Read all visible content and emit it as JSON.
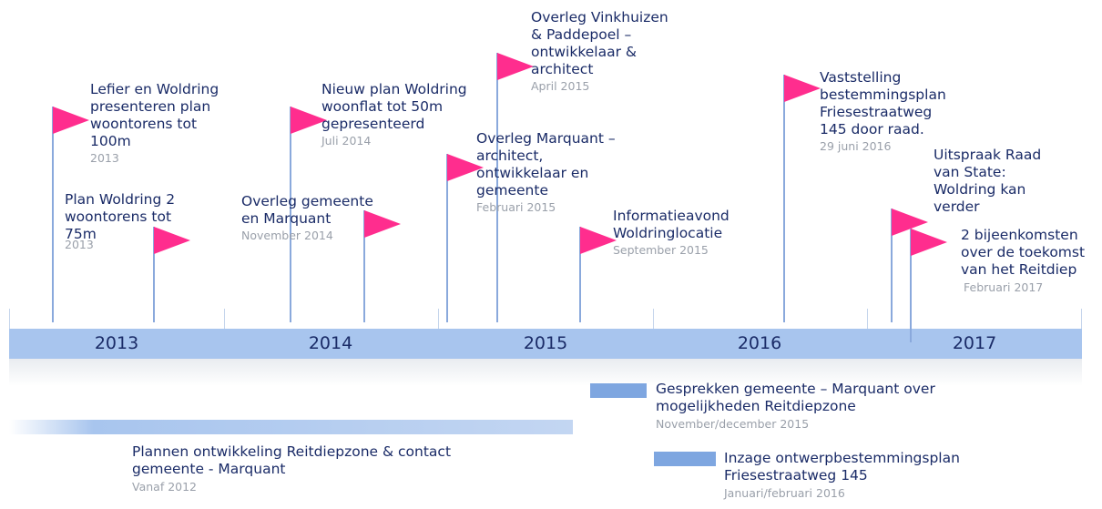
{
  "years": [
    "2013",
    "2014",
    "2015",
    "2016",
    "2017"
  ],
  "events": [
    {
      "id": "lefier",
      "title": "Lefier en Woldring\npresenteren plan\nwoontorens tot\n100m",
      "date": "2013"
    },
    {
      "id": "woldring2",
      "title": "Plan Woldring 2\nwoontorens tot\n75m",
      "date": "2013"
    },
    {
      "id": "nieuwplan",
      "title": "Nieuw plan Woldring\nwoonflat tot 50m\ngepresenteerd",
      "date": "Juli 2014"
    },
    {
      "id": "overleg-gem",
      "title": "Overleg gemeente\nen Marquant",
      "date": "November 2014"
    },
    {
      "id": "overleg-marq",
      "title": "Overleg Marquant –\narchitect,\nontwikkelaar en\ngemeente",
      "date": "Februari 2015"
    },
    {
      "id": "vinkhuizen",
      "title": "Overleg Vinkhuizen\n& Paddepoel –\nontwikkelaar &\narchitect",
      "date": "April 2015"
    },
    {
      "id": "info",
      "title": "Informatieavond\nWoldringlocatie",
      "date": "September 2015"
    },
    {
      "id": "vaststelling",
      "title": "Vaststelling\nbestemmingsplan\nFriesestraatweg\n145 door raad.",
      "date": "29 juni 2016"
    },
    {
      "id": "raadvanstate",
      "title": "Uitspraak Raad\nvan State:\nWoldring kan\nverder",
      "date": ""
    },
    {
      "id": "bijeenkomsten",
      "title": "2 bijeenkomsten\nover de toekomst\nvan het Reitdiep",
      "date": "Februari 2017"
    }
  ],
  "ranges": [
    {
      "id": "plannen",
      "title": "Plannen ontwikkeling Reitdiepzone & contact\ngemeente - Marquant",
      "date": "Vanaf 2012"
    },
    {
      "id": "gesprekken",
      "title": "Gesprekken gemeente – Marquant over\nmogelijkheden Reitdiepzone",
      "date": "November/december 2015"
    },
    {
      "id": "inzage",
      "title": "Inzage ontwerpbestemmingsplan\nFriesestraatweg 145",
      "date": "Januari/februari 2016"
    }
  ],
  "colors": {
    "flag": "#ff2d8e",
    "axis": "#a8c5ee",
    "text": "#1a2b67",
    "date": "#9aa0aa",
    "bar": "#7ea6e0"
  }
}
